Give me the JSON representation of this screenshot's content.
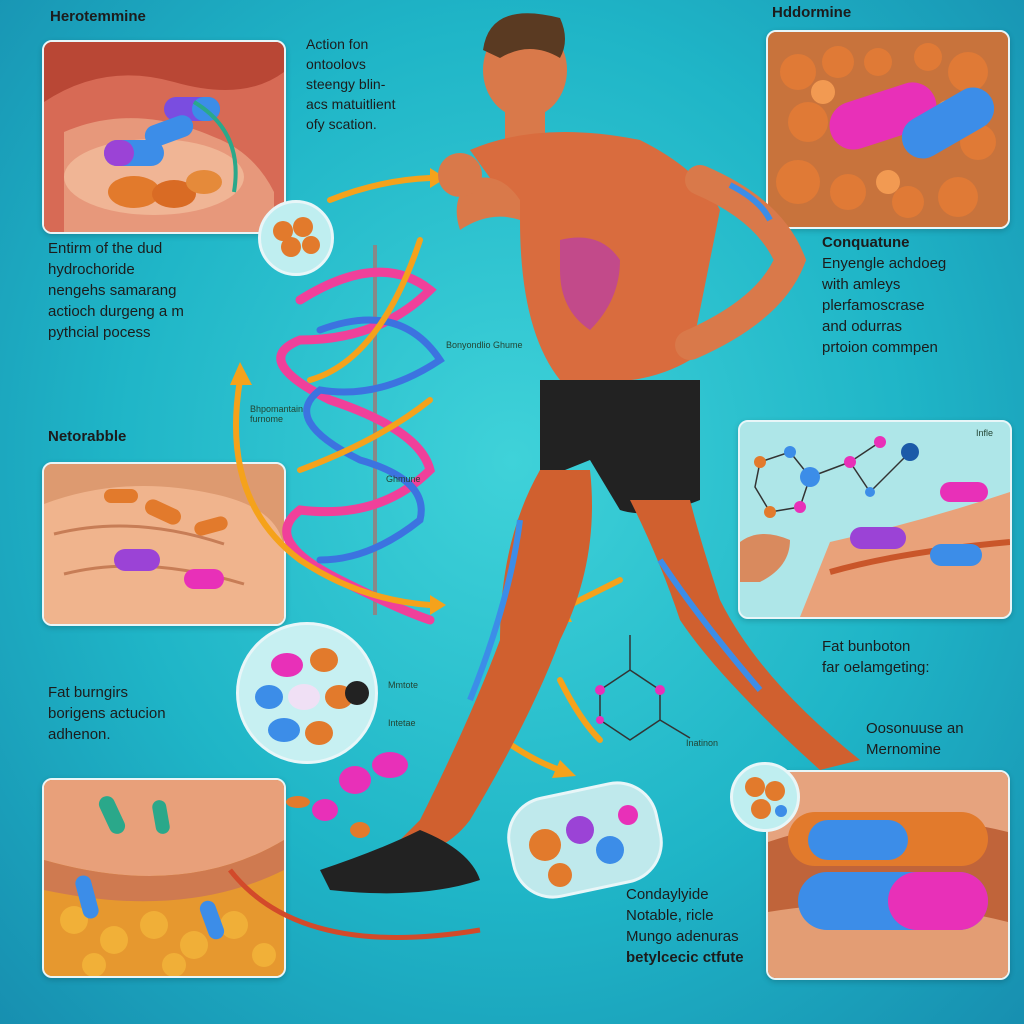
{
  "labels": {
    "top_left_heading": "Herotemmine",
    "top_right_heading": "Hddormine",
    "middle_left_heading": "Netorabble",
    "top_center_lines": [
      "Action fon",
      "ontoolovs",
      "steengy blin-",
      "acs matuitlient",
      "ofy scation."
    ],
    "left_upper_lines": [
      "Entirm of the dud",
      "hydrochoride",
      "nengehs samarang",
      "actioch durgeng a m",
      "pythcial pocess"
    ],
    "right_upper_lines": [
      "Conquatune",
      "Enyengle achdoeg",
      "with amleys",
      "plerfamoscrase",
      "and odurras",
      "prtoion commpen"
    ],
    "left_lower_lines": [
      "Fat burngirs",
      "borigens actucion",
      "adhenon."
    ],
    "right_fat_lines": [
      "Fat bunboton",
      "far oelamgeting:"
    ],
    "right_lower_lines": [
      "Oosonuuse an",
      "Mernomine"
    ],
    "bottom_center_lines": [
      "Condaylyide",
      "Notable, ricle",
      "Mungo adenuras",
      "betylcecic ctfute"
    ],
    "helix_small_1": "Bonyondlio Ghume",
    "helix_small_2": "Bhpomantain furnome",
    "helix_small_3": "Ghmune",
    "pill_small_1": "Mmtote",
    "pill_small_2": "Intetae",
    "molecule_small": "Inatinon",
    "right_small": "Infle"
  },
  "colors": {
    "background": "#1fb5c7",
    "arrow": "#f5a21b",
    "helix_pink": "#f0409a",
    "helix_blue": "#3c73e0",
    "pill_pink": "#e830b8",
    "pill_blue": "#3c8de8",
    "fat": "#e27a2c",
    "skin": "#d9794a",
    "muscle": "#c9562a"
  },
  "icons": [
    "capsule-icon",
    "helix-icon",
    "molecule-icon",
    "arrow-icon",
    "runner-illustration"
  ]
}
